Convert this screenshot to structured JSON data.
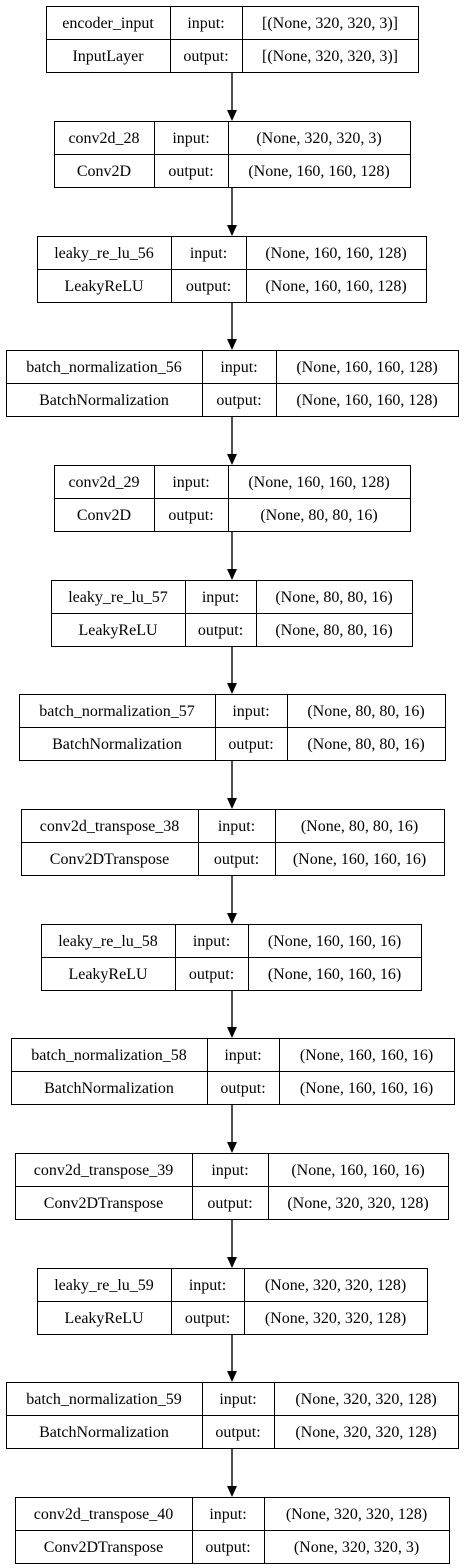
{
  "diagram": {
    "layers": [
      {
        "name": "encoder_input",
        "type": "InputLayer",
        "input_label": "input:",
        "output_label": "output:",
        "input_shape": "[(None, 320, 320, 3)]",
        "output_shape": "[(None, 320, 320, 3)]"
      },
      {
        "name": "conv2d_28",
        "type": "Conv2D",
        "input_label": "input:",
        "output_label": "output:",
        "input_shape": "(None, 320, 320, 3)",
        "output_shape": "(None, 160, 160, 128)"
      },
      {
        "name": "leaky_re_lu_56",
        "type": "LeakyReLU",
        "input_label": "input:",
        "output_label": "output:",
        "input_shape": "(None, 160, 160, 128)",
        "output_shape": "(None, 160, 160, 128)"
      },
      {
        "name": "batch_normalization_56",
        "type": "BatchNormalization",
        "input_label": "input:",
        "output_label": "output:",
        "input_shape": "(None, 160, 160, 128)",
        "output_shape": "(None, 160, 160, 128)"
      },
      {
        "name": "conv2d_29",
        "type": "Conv2D",
        "input_label": "input:",
        "output_label": "output:",
        "input_shape": "(None, 160, 160, 128)",
        "output_shape": "(None, 80, 80, 16)"
      },
      {
        "name": "leaky_re_lu_57",
        "type": "LeakyReLU",
        "input_label": "input:",
        "output_label": "output:",
        "input_shape": "(None, 80, 80, 16)",
        "output_shape": "(None, 80, 80, 16)"
      },
      {
        "name": "batch_normalization_57",
        "type": "BatchNormalization",
        "input_label": "input:",
        "output_label": "output:",
        "input_shape": "(None, 80, 80, 16)",
        "output_shape": "(None, 80, 80, 16)"
      },
      {
        "name": "conv2d_transpose_38",
        "type": "Conv2DTranspose",
        "input_label": "input:",
        "output_label": "output:",
        "input_shape": "(None, 80, 80, 16)",
        "output_shape": "(None, 160, 160, 16)"
      },
      {
        "name": "leaky_re_lu_58",
        "type": "LeakyReLU",
        "input_label": "input:",
        "output_label": "output:",
        "input_shape": "(None, 160, 160, 16)",
        "output_shape": "(None, 160, 160, 16)"
      },
      {
        "name": "batch_normalization_58",
        "type": "BatchNormalization",
        "input_label": "input:",
        "output_label": "output:",
        "input_shape": "(None, 160, 160, 16)",
        "output_shape": "(None, 160, 160, 16)"
      },
      {
        "name": "conv2d_transpose_39",
        "type": "Conv2DTranspose",
        "input_label": "input:",
        "output_label": "output:",
        "input_shape": "(None, 160, 160, 16)",
        "output_shape": "(None, 320, 320, 128)"
      },
      {
        "name": "leaky_re_lu_59",
        "type": "LeakyReLU",
        "input_label": "input:",
        "output_label": "output:",
        "input_shape": "(None, 320, 320, 128)",
        "output_shape": "(None, 320, 320, 128)"
      },
      {
        "name": "batch_normalization_59",
        "type": "BatchNormalization",
        "input_label": "input:",
        "output_label": "output:",
        "input_shape": "(None, 320, 320, 128)",
        "output_shape": "(None, 320, 320, 128)"
      },
      {
        "name": "conv2d_transpose_40",
        "type": "Conv2DTranspose",
        "input_label": "input:",
        "output_label": "output:",
        "input_shape": "(None, 320, 320, 128)",
        "output_shape": "(None, 320, 320, 3)"
      }
    ]
  }
}
